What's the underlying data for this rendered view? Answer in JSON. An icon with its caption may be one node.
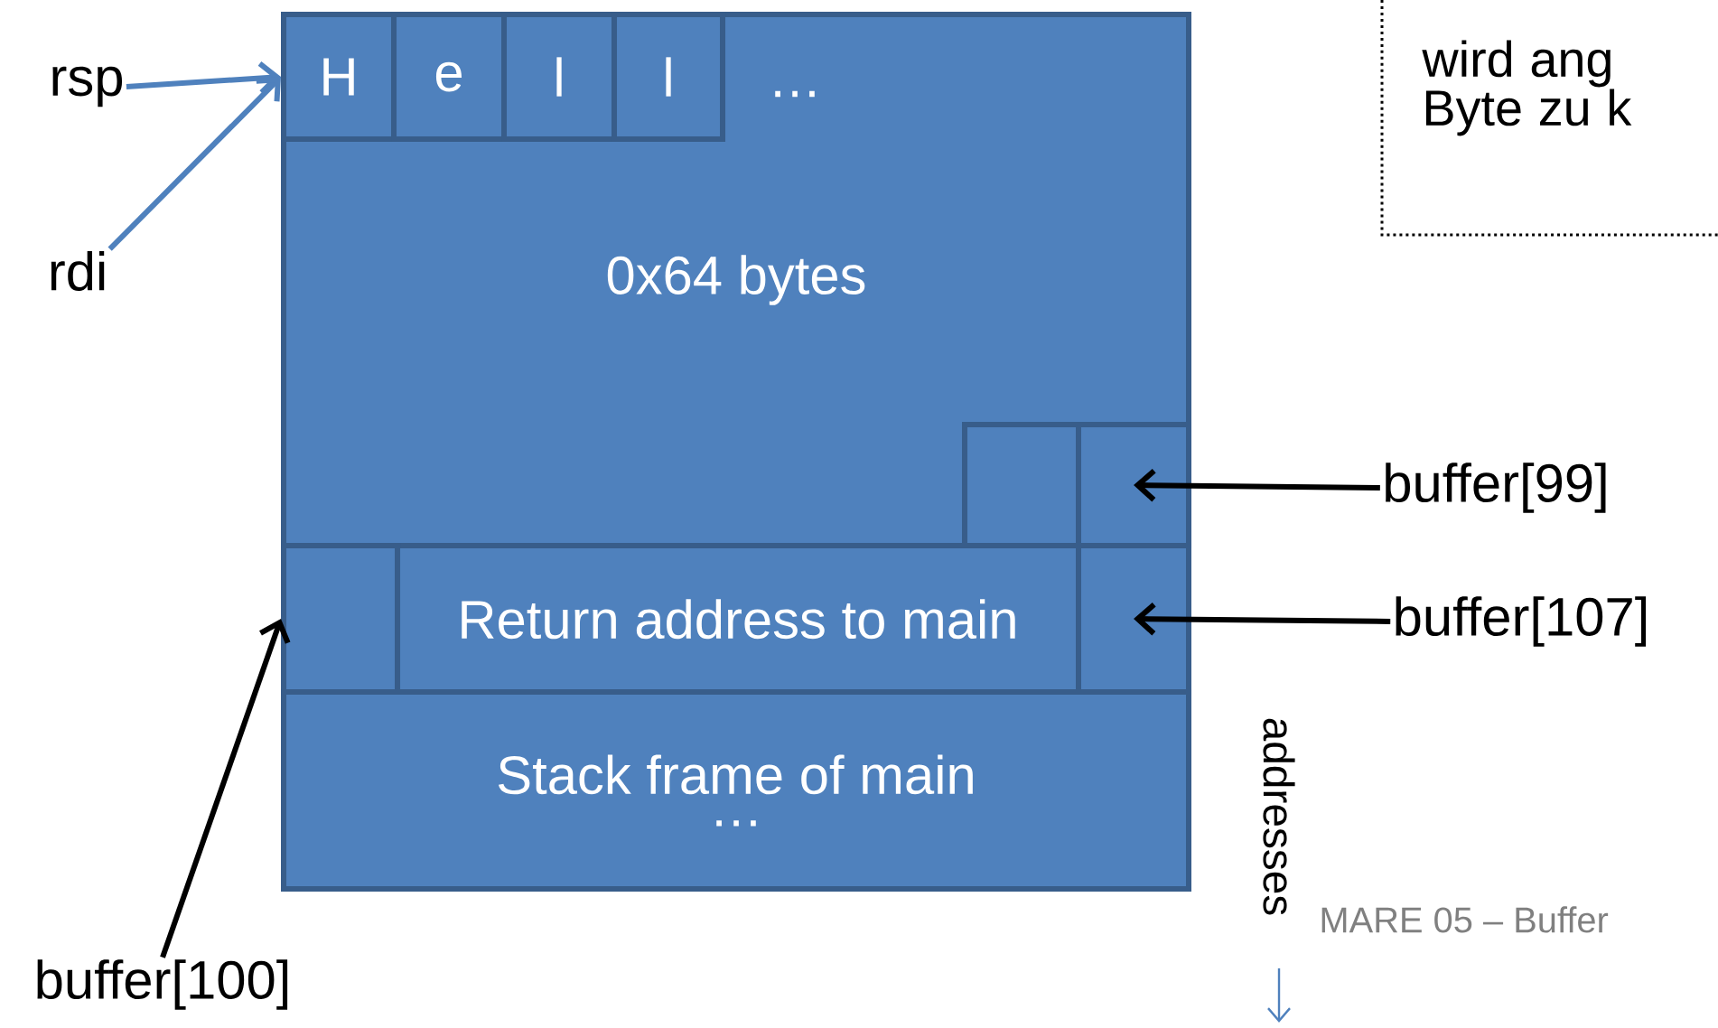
{
  "diagram": {
    "nodes": [
      {
        "text": [
          "0x64 bytes"
        ]
      },
      {
        "text": [
          "H"
        ],
        "in": 0
      },
      {
        "text": [
          "e"
        ],
        "in": 0
      },
      {
        "text": [
          "l"
        ],
        "in": 0
      },
      {
        "text": [
          "l"
        ],
        "in": 0
      },
      {
        "text": [],
        "shape": "box",
        "in": 0
      },
      {
        "text": [],
        "shape": "box",
        "in": 0
      },
      {
        "text": [
          "Return address to main"
        ]
      },
      {
        "text": [],
        "shape": "box"
      },
      {
        "text": [],
        "shape": "box"
      },
      {
        "text": [
          "Stack frame of main",
          "…"
        ]
      },
      {
        "text": [
          "rsp"
        ]
      },
      {
        "text": [
          "rdi"
        ]
      },
      {
        "text": [
          "buffer[99]"
        ]
      },
      {
        "text": [
          "buffer[107]"
        ]
      },
      {
        "text": [
          "buffer[100]"
        ]
      },
      {
        "text": [
          "wird ang Byte zu k"
        ]
      }
    ],
    "edges": [
      {
        "from": 11,
        "to": 1,
        "arrow": "to",
        "color": "#4f81bd"
      },
      {
        "from": 12,
        "to": 1,
        "arrow": "to",
        "color": "#4f81bd"
      },
      {
        "from": 13,
        "to": 6,
        "arrow": "to"
      },
      {
        "from": 14,
        "to": 9,
        "arrow": "to"
      },
      {
        "from": 15,
        "to": 8,
        "arrow": "to"
      }
    ],
    "labels": [
      "…",
      "addresses",
      "MARE 05 – Buffer"
    ]
  }
}
